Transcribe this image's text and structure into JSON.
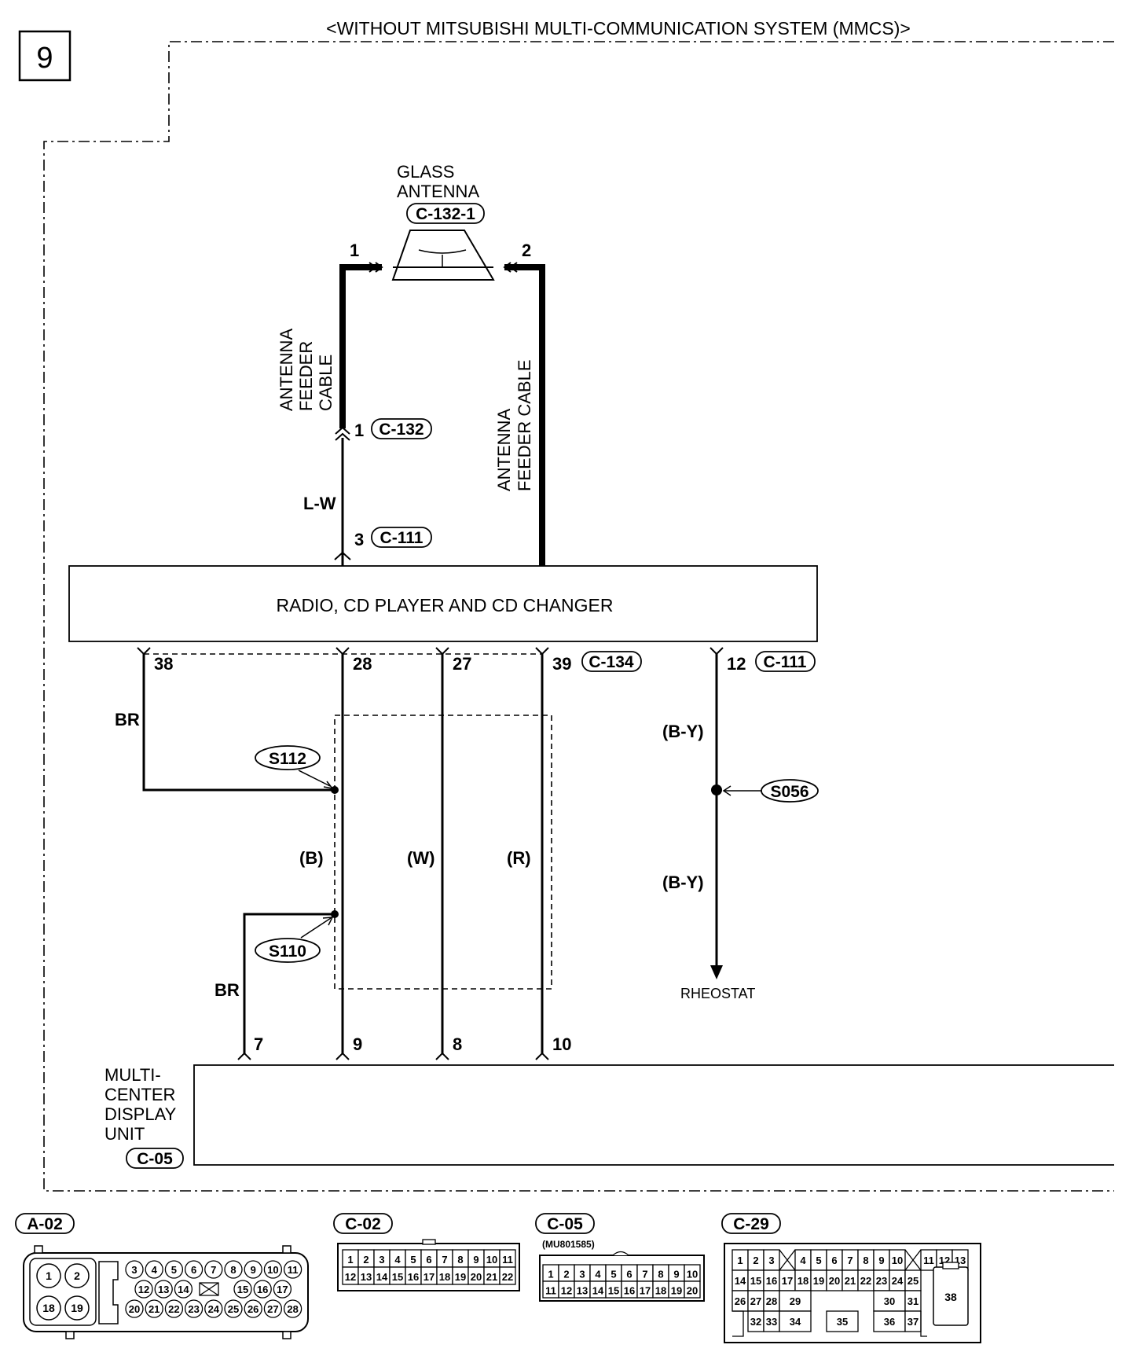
{
  "page_number": "9",
  "title": "<WITHOUT MITSUBISHI MULTI-COMMUNICATION SYSTEM (MMCS)>",
  "antenna": {
    "name_line1": "GLASS",
    "name_line2": "ANTENNA",
    "connector": "C-132-1",
    "pin_left": "1",
    "pin_right": "2"
  },
  "feeder_left": {
    "line1": "ANTENNA",
    "line2": "FEEDER",
    "line3": "CABLE",
    "pin": "1",
    "connector": "C-132"
  },
  "feeder_right": {
    "line1": "ANTENNA",
    "line2": "FEEDER CABLE"
  },
  "wire_lw": {
    "color": "L-W",
    "pin": "3",
    "connector": "C-111"
  },
  "radio": {
    "label": "RADIO, CD PLAYER AND CD CHANGER",
    "pins": {
      "p38": "38",
      "p28": "28",
      "p27": "27",
      "p39": "39",
      "c134": "C-134",
      "p12": "12",
      "c111": "C-111"
    }
  },
  "wire_colors": {
    "br_top": "BR",
    "b": "(B)",
    "w": "(W)",
    "r": "(R)",
    "by_top": "(B-Y)",
    "by_bottom": "(B-Y)",
    "br_bottom": "BR"
  },
  "splices": {
    "s112": "S112",
    "s110": "S110",
    "s056": "S056"
  },
  "rheostat": "RHEOSTAT",
  "mcdu": {
    "line1": "MULTI-",
    "line2": "CENTER",
    "line3": "DISPLAY",
    "line4": "UNIT",
    "connector": "C-05",
    "pins": {
      "p7": "7",
      "p9": "9",
      "p8": "8",
      "p10": "10"
    }
  },
  "connectors": {
    "a02": {
      "label": "A-02",
      "big_top": [
        "1",
        "2"
      ],
      "big_bottom": [
        "18",
        "19"
      ],
      "row1": [
        "3",
        "4",
        "5",
        "6",
        "7",
        "8",
        "9",
        "10",
        "11"
      ],
      "row2_left": [
        "12",
        "13",
        "14"
      ],
      "row2_right": [
        "15",
        "16",
        "17"
      ],
      "row3": [
        "20",
        "21",
        "22",
        "23",
        "24",
        "25",
        "26",
        "27",
        "28"
      ]
    },
    "c02": {
      "label": "C-02",
      "row1": [
        "1",
        "2",
        "3",
        "4",
        "5",
        "6",
        "7",
        "8",
        "9",
        "10",
        "11"
      ],
      "row2": [
        "12",
        "13",
        "14",
        "15",
        "16",
        "17",
        "18",
        "19",
        "20",
        "21",
        "22"
      ]
    },
    "c05": {
      "label": "C-05",
      "part": "(MU801585)",
      "row1": [
        "1",
        "2",
        "3",
        "4",
        "5",
        "6",
        "7",
        "8",
        "9",
        "10"
      ],
      "row2": [
        "11",
        "12",
        "13",
        "14",
        "15",
        "16",
        "17",
        "18",
        "19",
        "20"
      ]
    },
    "c29": {
      "label": "C-29",
      "row1a": [
        "1",
        "2",
        "3"
      ],
      "row1b": [
        "4",
        "5",
        "6",
        "7",
        "8",
        "9",
        "10"
      ],
      "row1c": [
        "11",
        "12",
        "13"
      ],
      "row2": [
        "14",
        "15",
        "16",
        "17",
        "18",
        "19",
        "20",
        "21",
        "22",
        "23",
        "24",
        "25"
      ],
      "r3": [
        "26",
        "27",
        "28",
        "29",
        "30",
        "31"
      ],
      "r4": [
        "32",
        "33",
        "34",
        "35",
        "36",
        "37"
      ],
      "big": "38"
    }
  }
}
